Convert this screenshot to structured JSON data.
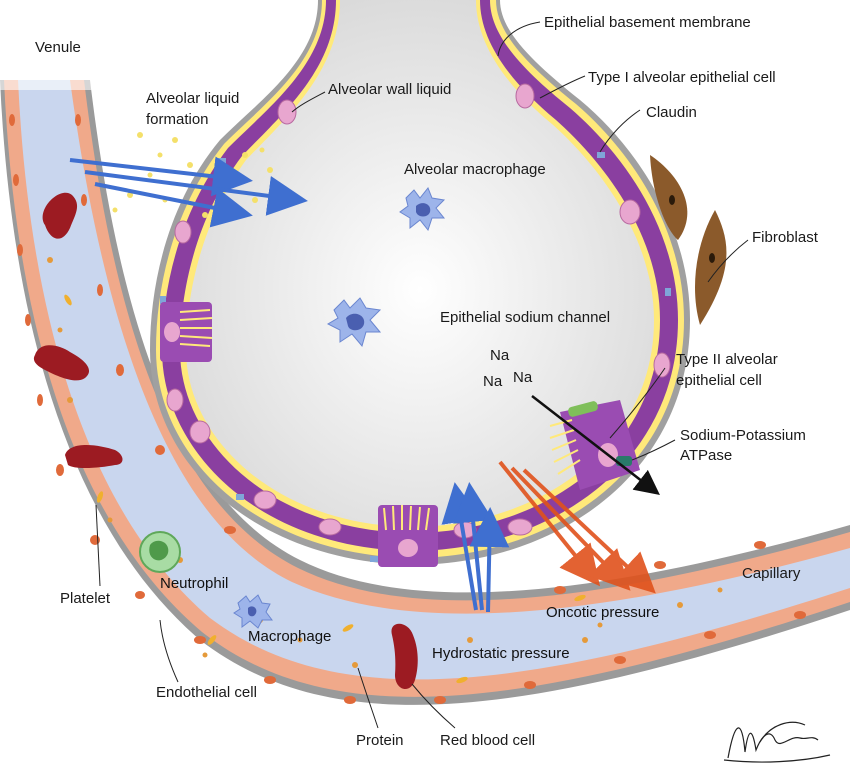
{
  "labels": {
    "venule": "Venule",
    "alveolar_liquid_formation_1": "Alveolar liquid",
    "alveolar_liquid_formation_2": "formation",
    "alveolar_wall_liquid": "Alveolar wall liquid",
    "epithelial_basement_membrane": "Epithelial basement membrane",
    "type1_cell": "Type I alveolar epithelial cell",
    "claudin": "Claudin",
    "alveolar_macrophage": "Alveolar macrophage",
    "fibroblast": "Fibroblast",
    "epithelial_sodium_channel": "Epithelial sodium channel",
    "na_1": "Na",
    "na_2": "Na",
    "na_3": "Na",
    "type2_cell_1": "Type II alveolar",
    "type2_cell_2": "epithelial cell",
    "sodium_potassium_1": "Sodium-Potassium",
    "sodium_potassium_2": "ATPase",
    "capillary": "Capillary",
    "oncotic_pressure": "Oncotic pressure",
    "hydrostatic_pressure": "Hydrostatic pressure",
    "platelet": "Platelet",
    "neutrophil": "Neutrophil",
    "macrophage": "Macrophage",
    "endothelial_cell": "Endothelial cell",
    "protein": "Protein",
    "red_blood_cell": "Red blood cell"
  },
  "colors": {
    "alveolus_fill": "#e6e6e6",
    "epithelium": "#8a3fa0",
    "epithelium_nucleus": "#e8a6cf",
    "basement_liquid": "#ffe97a",
    "vessel_wall": "#f0a98a",
    "vessel_lumen": "#c9d6ee",
    "rbc": "#9c1b22",
    "blue_arrow": "#3f6fd0",
    "orange_arrow": "#e0521c",
    "fibroblast": "#8b5a2b",
    "macrophage": "#8aa6e6",
    "neutrophil": "#8fd08a"
  }
}
